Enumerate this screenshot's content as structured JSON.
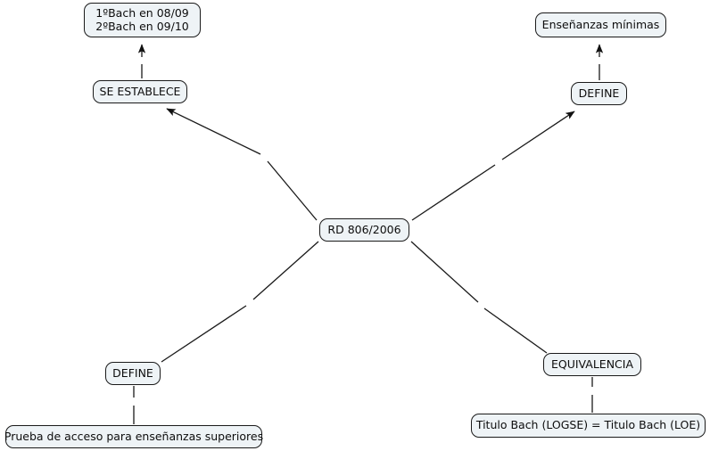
{
  "diagram": {
    "title": "RD 806/2006 concept map",
    "colors": {
      "node_fill": "#eef3f6",
      "node_border": "#1a1a1a",
      "edge": "#1a1a1a",
      "background": "#ffffff"
    },
    "nodes": {
      "bach": {
        "type": "concept",
        "line1": "1ºBach en 08/09",
        "line2": "2ºBach en 09/10"
      },
      "minimas": {
        "type": "concept",
        "label": "Enseñanzas mínimas"
      },
      "se_establece": {
        "type": "linking-phrase",
        "label": "SE ESTABLECE"
      },
      "define_top_right": {
        "type": "linking-phrase",
        "label": "DEFINE"
      },
      "rd": {
        "type": "concept",
        "label": "RD 806/2006"
      },
      "define_bottom_left": {
        "type": "linking-phrase",
        "label": "DEFINE"
      },
      "equivalencia": {
        "type": "linking-phrase",
        "label": "EQUIVALENCIA"
      },
      "prueba": {
        "type": "concept",
        "label": "Prueba de acceso para enseñanzas superiores"
      },
      "titulo": {
        "type": "concept",
        "label": "Titulo Bach (LOGSE) = Titulo Bach (LOE)"
      }
    },
    "edges": [
      {
        "from": "rd",
        "to": "se_establece",
        "arrow": true
      },
      {
        "from": "se_establece",
        "to": "bach",
        "arrow": true
      },
      {
        "from": "rd",
        "to": "define_top_right",
        "arrow": true
      },
      {
        "from": "define_top_right",
        "to": "minimas",
        "arrow": true
      },
      {
        "from": "rd",
        "to": "define_bottom_left",
        "arrow": false
      },
      {
        "from": "define_bottom_left",
        "to": "prueba",
        "arrow": false
      },
      {
        "from": "rd",
        "to": "equivalencia",
        "arrow": false
      },
      {
        "from": "equivalencia",
        "to": "titulo",
        "arrow": false
      }
    ]
  }
}
